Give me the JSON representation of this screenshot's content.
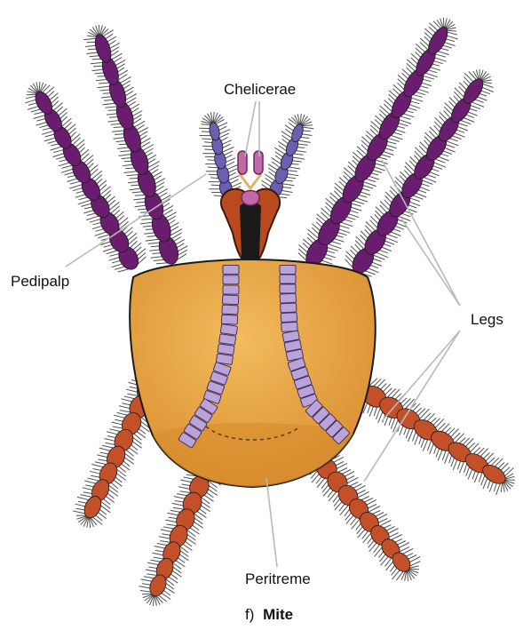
{
  "labels": {
    "chelicerae": "Chelicerae",
    "pedipalp": "Pedipalp",
    "legs": "Legs",
    "peritreme": "Peritreme"
  },
  "caption": {
    "prefix": "f)",
    "title": "Mite"
  },
  "colors": {
    "body": "#e9a64a",
    "body_dark": "#d58a2a",
    "peritreme": "#b9a3d8",
    "front_legs": "#6a1d6e",
    "rear_legs": "#c4502a",
    "pedipalp": "#6a5fb3",
    "capitulum": "#b84a1e",
    "cheliceral_tip": "#c06aa8",
    "hair": "#333333"
  }
}
